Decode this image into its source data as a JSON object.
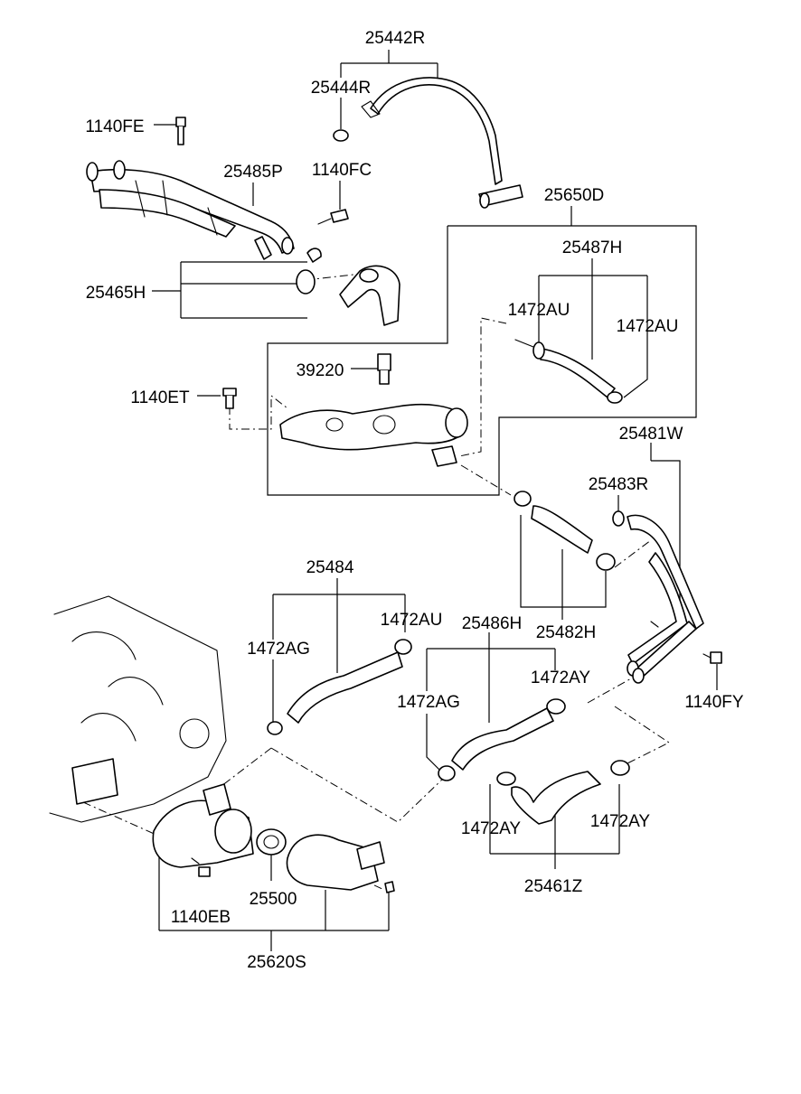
{
  "labels": {
    "p25442R": "25442R",
    "p25444R": "25444R",
    "p1140FE": "1140FE",
    "p25485P": "25485P",
    "p1140FC": "1140FC",
    "p25650D": "25650D",
    "p25487H": "25487H",
    "p25465H": "25465H",
    "p1472AU_a": "1472AU",
    "p1472AU_b": "1472AU",
    "p39220": "39220",
    "p1140ET": "1140ET",
    "p25481W": "25481W",
    "p25483R": "25483R",
    "p25484": "25484",
    "p1472AU_c": "1472AU",
    "p25486H": "25486H",
    "p25482H": "25482H",
    "p1472AG_a": "1472AG",
    "p1472AY_a": "1472AY",
    "p1472AG_b": "1472AG",
    "p1140FY": "1140FY",
    "p1472AY_b": "1472AY",
    "p1472AY_c": "1472AY",
    "p25500": "25500",
    "p1140EB": "1140EB",
    "p25461Z": "25461Z",
    "p25620S": "25620S"
  }
}
